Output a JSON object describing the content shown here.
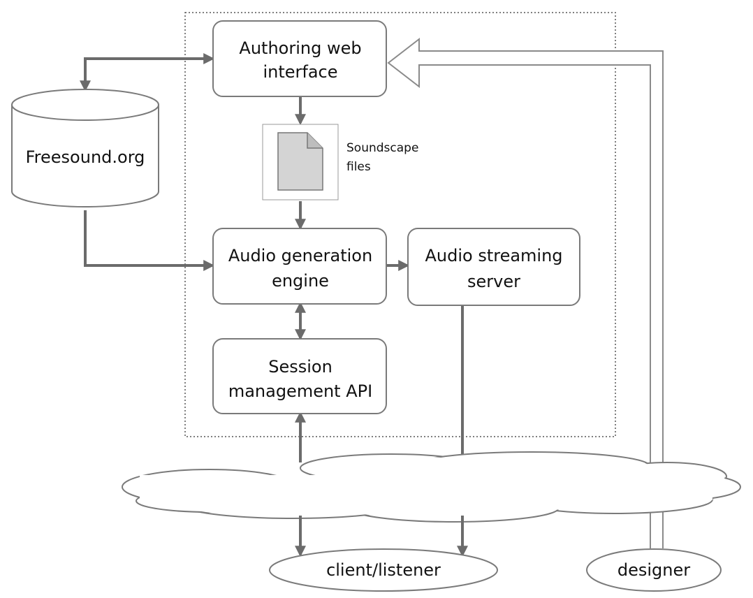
{
  "nodes": {
    "authoring": {
      "lines": [
        "Authoring web",
        "interface"
      ]
    },
    "freesound": {
      "label": "Freesound.org"
    },
    "soundscape": {
      "lines": [
        "Soundscape",
        "files"
      ]
    },
    "audio_engine": {
      "lines": [
        "Audio generation",
        "engine"
      ]
    },
    "streaming": {
      "lines": [
        "Audio streaming",
        "server"
      ]
    },
    "session_api": {
      "lines": [
        "Session",
        "management API"
      ]
    },
    "client": {
      "label": "client/listener"
    },
    "designer": {
      "label": "designer"
    }
  },
  "colors": {
    "border": "#7a7a7a",
    "connector": "#6b6b6b",
    "file_fill": "#d4d4d4",
    "text": "#111111"
  }
}
